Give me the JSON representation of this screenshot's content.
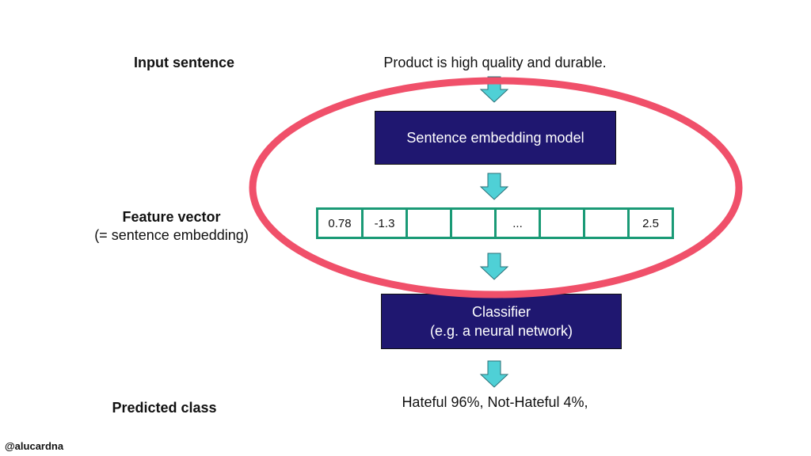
{
  "left_labels": {
    "input": "Input sentence",
    "feature_title": "Feature vector",
    "feature_sub": "(= sentence embedding)",
    "predicted": "Predicted class"
  },
  "input_sentence": "Product is high quality and durable.",
  "embedding_model": "Sentence embedding model",
  "vector_cells": [
    "0.78",
    "-1.3",
    "",
    "",
    "...",
    "",
    "",
    "2.5"
  ],
  "classifier": {
    "line1": "Classifier",
    "line2": "(e.g. a neural network)"
  },
  "prediction": "Hateful 96%, Not-Hateful 4%,",
  "footer": "@alucardna",
  "colors": {
    "box": "#1f1770",
    "arrow": "#4fd0d6",
    "vector_border": "#1a9a76",
    "ellipse": "#f0506a"
  }
}
